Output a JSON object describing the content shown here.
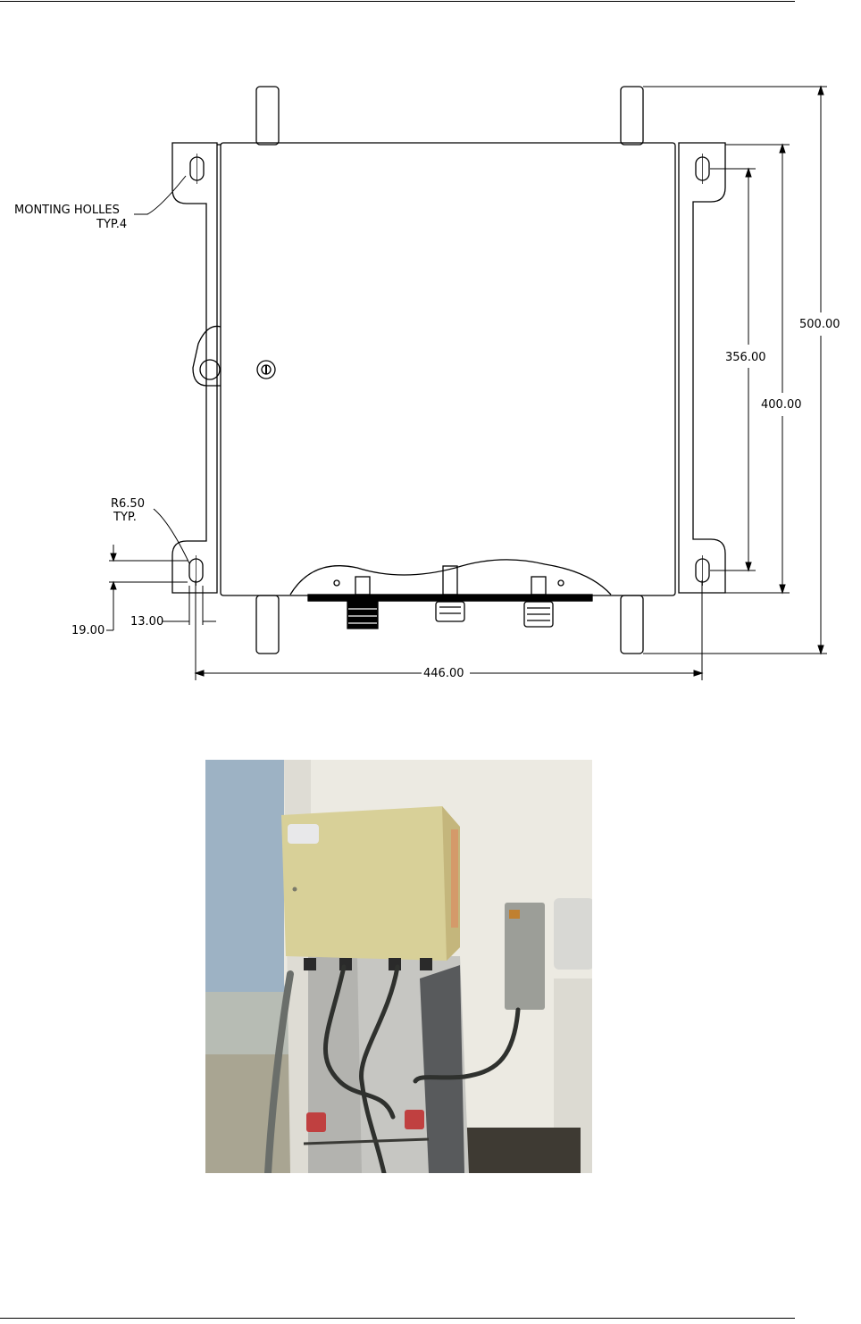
{
  "drawing": {
    "labels": {
      "mounting_holes": "MONTING HOLLES",
      "mounting_holes_typ": "TYP.4",
      "radius": "R6.50",
      "radius_typ": "TYP."
    },
    "dimensions": {
      "d500": "500.00",
      "d400": "400.00",
      "d356": "356.00",
      "d446": "446.00",
      "d19": "19.00",
      "d13": "13.00"
    },
    "colors": {
      "line": "#000000",
      "background": "#ffffff"
    }
  },
  "photo": {
    "colors": {
      "sky": "#9db2c4",
      "wall": "#eceae2",
      "enclosure": "#d8d098",
      "pillar": "#c6c6c2",
      "shadow": "#585a5c"
    }
  }
}
